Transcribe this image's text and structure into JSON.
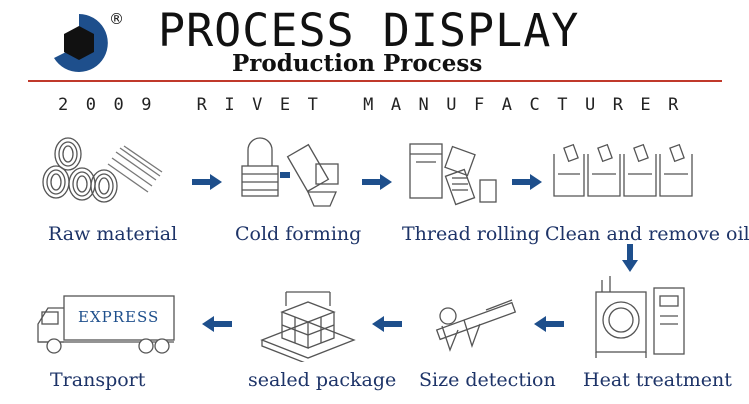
{
  "header": {
    "title": "PROCESS DISPLAY",
    "subtitle": "Production Process",
    "registered_mark": "®",
    "tagline": "2009 RIVET MANUFACTURER",
    "accent_color": "#c0392b",
    "logo_color": "#1e4f8c"
  },
  "steps": [
    {
      "label": "Raw material",
      "icon": "wire-coils-icon"
    },
    {
      "label": "Cold forming",
      "icon": "cold-forming-machine-icon"
    },
    {
      "label": "Thread rolling",
      "icon": "thread-rolling-machine-icon"
    },
    {
      "label": "Clean and remove oil",
      "icon": "cleaning-tanks-icon"
    },
    {
      "label": "Heat treatment",
      "icon": "furnace-icon"
    },
    {
      "label": "Size detection",
      "icon": "caliper-icon"
    },
    {
      "label": "sealed package",
      "icon": "package-icon"
    },
    {
      "label": "Transport",
      "icon": "express-truck-icon"
    }
  ],
  "truck_text": "EXPRESS",
  "arrow_color": "#1e4f8c"
}
